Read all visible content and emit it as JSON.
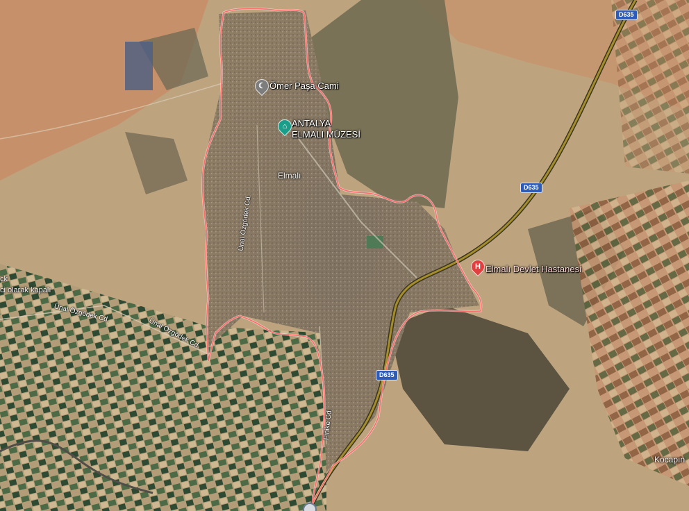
{
  "map": {
    "view": "satellite",
    "colors": {
      "boundary": "#ff6b6b",
      "highway": "#a48d2a",
      "urban": "#8a7a66",
      "farmland_green": "#3f5e3a",
      "hospital_pin": "#e04040",
      "museum_pin": "#1a9e8a",
      "mosque_pin": "#7d7d7d",
      "road_shield": "#2e5ab8"
    }
  },
  "pois": [
    {
      "id": "omer-pasa-cami",
      "label": "Ömer Paşa Cami",
      "icon": "mosque-icon"
    },
    {
      "id": "elmali-muzesi",
      "label_line1": "ANTALYA",
      "label_line2": "ELMALI MÜZESİ",
      "icon": "museum-icon"
    },
    {
      "id": "devlet-hastanesi",
      "label": "Elmalı Devlet Hastanesi",
      "icon": "hospital-icon",
      "glyph": "H"
    }
  ],
  "places": {
    "elmali": "Elmalı",
    "kocapinar": "Kocapın",
    "left_fragment_1": "ck",
    "left_fragment_2": "ci olarak kapalı"
  },
  "streets": {
    "unal_ozgodek_1": "Ünal Özgödek Cd.",
    "unal_ozgodek_2": "Ünal Özgödek Cd.",
    "unal_ozgodek_3": "Ünal Özgödek Cd.",
    "finike": "Finike Cd."
  },
  "road_shields": {
    "d635_top": "D635",
    "d635_mid": "D635",
    "d635_bottom": "D635"
  }
}
